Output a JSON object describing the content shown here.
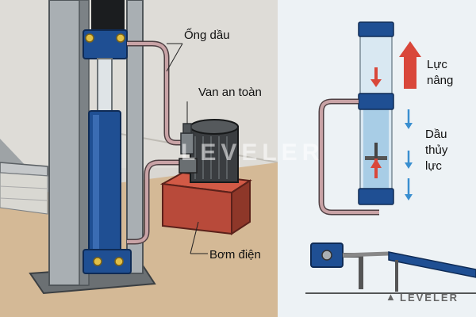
{
  "labels": {
    "oil_pipe": "Ống dầu",
    "safety_valve": "Van an toàn",
    "electric_pump": "Bơm điện",
    "lift_force": [
      "Lực",
      "nâng"
    ],
    "hydraulic_oil": [
      "Dầu",
      "thủy",
      "lực"
    ]
  },
  "watermark": {
    "center": "LEVELER",
    "corner": "LEVELER"
  },
  "colors": {
    "left_background": "#d9d7d2",
    "floor": "#d4b996",
    "column_blue": "#1f4f93",
    "pipe": "#c9a3a6",
    "motor": "#3a3d40",
    "tank": "#b84a3a",
    "right_background": "#edf2f5",
    "oil": "#a8cde6",
    "arrow_red": "#d9473a",
    "arrow_blue": "#3a8fd0"
  }
}
